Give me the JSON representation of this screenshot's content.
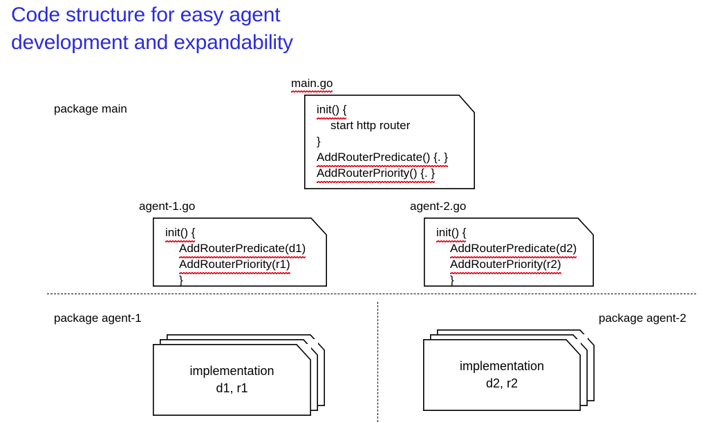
{
  "slide": {
    "title": "Code structure for easy agent\ndevelopment and expandability",
    "title_color": "#2b2bdd",
    "background": "#ffffff",
    "outline_color": "#000000",
    "spellcheck_underline_color": "#e81123"
  },
  "labels": {
    "package_main": "package main",
    "package_agent_1": "package agent-1",
    "package_agent_2": "package agent-2"
  },
  "files": {
    "main": {
      "name": "main.go",
      "lines": [
        "init() {",
        "start http router",
        "}",
        "AddRouterPredicate() {. }",
        "AddRouterPriority() {. }"
      ]
    },
    "agent1": {
      "name": "agent-1.go",
      "lines": [
        "init() {",
        "AddRouterPredicate(d1)",
        "AddRouterPriority(r1)",
        "}"
      ]
    },
    "agent2": {
      "name": "agent-2.go",
      "lines": [
        "init() {",
        "AddRouterPredicate(d2)",
        "AddRouterPriority(r2)",
        "}"
      ]
    }
  },
  "implementations": {
    "left": {
      "line1": "implementation",
      "line2": "d1, r1",
      "stack_count": 3
    },
    "right": {
      "line1": "implementation",
      "line2": "d2, r2",
      "stack_count": 3
    }
  }
}
